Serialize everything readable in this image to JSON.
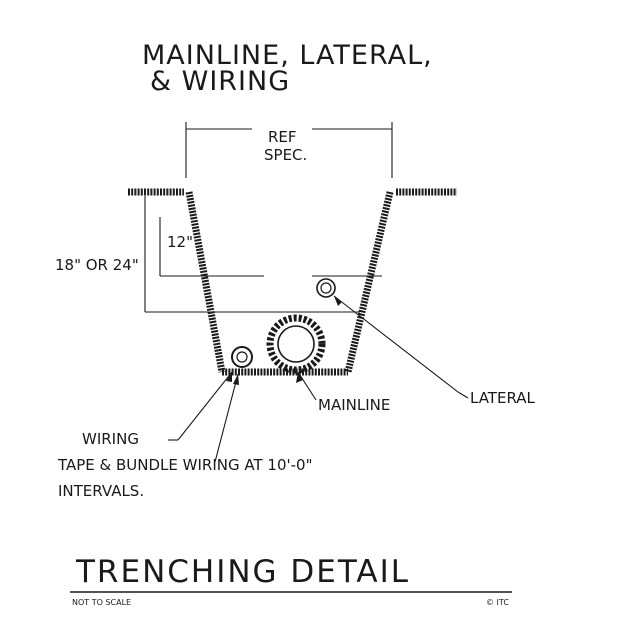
{
  "title": {
    "line1": "MAINLINE, LATERAL,",
    "line2": "& WIRING"
  },
  "labels": {
    "ref_line1": "REF",
    "ref_line2": "SPEC.",
    "depth_12": "12\"",
    "depth_18_24": "18\" OR 24\"",
    "lateral": "LATERAL",
    "mainline": "MAINLINE",
    "wiring": "WIRING",
    "note_line1": "TAPE & BUNDLE WIRING AT 10'-0\"",
    "note_line2": "INTERVALS."
  },
  "footer": {
    "detail_title": "TRENCHING DETAIL",
    "scale_note": "NOT TO SCALE",
    "copyright": "© ITC"
  }
}
